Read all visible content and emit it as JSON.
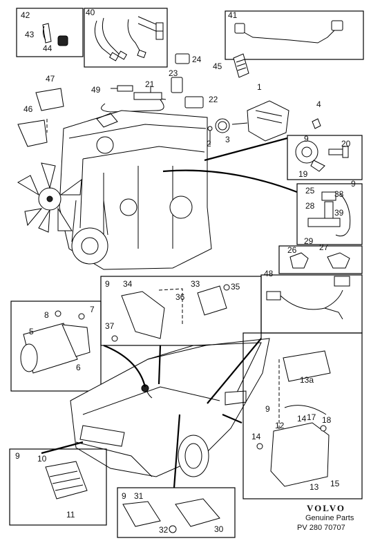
{
  "callouts": [
    {
      "id": "1",
      "text": "1"
    },
    {
      "id": "2",
      "text": "2"
    },
    {
      "id": "3",
      "text": "3"
    },
    {
      "id": "4",
      "text": "4"
    },
    {
      "id": "5",
      "text": "5"
    },
    {
      "id": "6",
      "text": "6"
    },
    {
      "id": "7",
      "text": "7"
    },
    {
      "id": "8",
      "text": "8"
    },
    {
      "id": "9a",
      "text": "9"
    },
    {
      "id": "9b",
      "text": "9"
    },
    {
      "id": "9c",
      "text": "9"
    },
    {
      "id": "9d",
      "text": "9"
    },
    {
      "id": "9e",
      "text": "9"
    },
    {
      "id": "9f",
      "text": "9"
    },
    {
      "id": "10",
      "text": "10"
    },
    {
      "id": "11",
      "text": "11"
    },
    {
      "id": "12",
      "text": "12"
    },
    {
      "id": "13",
      "text": "13"
    },
    {
      "id": "13a",
      "text": "13a"
    },
    {
      "id": "14a",
      "text": "14"
    },
    {
      "id": "14b",
      "text": "14"
    },
    {
      "id": "15",
      "text": "15"
    },
    {
      "id": "17",
      "text": "17"
    },
    {
      "id": "18",
      "text": "18"
    },
    {
      "id": "19",
      "text": "19"
    },
    {
      "id": "20",
      "text": "20"
    },
    {
      "id": "21",
      "text": "21"
    },
    {
      "id": "22",
      "text": "22"
    },
    {
      "id": "23",
      "text": "23"
    },
    {
      "id": "24",
      "text": "24"
    },
    {
      "id": "25",
      "text": "25"
    },
    {
      "id": "26",
      "text": "26"
    },
    {
      "id": "27",
      "text": "27"
    },
    {
      "id": "28",
      "text": "28"
    },
    {
      "id": "29",
      "text": "29"
    },
    {
      "id": "30",
      "text": "30"
    },
    {
      "id": "31",
      "text": "31"
    },
    {
      "id": "32",
      "text": "32"
    },
    {
      "id": "33",
      "text": "33"
    },
    {
      "id": "34",
      "text": "34"
    },
    {
      "id": "35",
      "text": "35"
    },
    {
      "id": "36",
      "text": "36"
    },
    {
      "id": "37",
      "text": "37"
    },
    {
      "id": "38",
      "text": "38"
    },
    {
      "id": "39",
      "text": "39"
    },
    {
      "id": "40",
      "text": "40"
    },
    {
      "id": "41",
      "text": "41"
    },
    {
      "id": "42",
      "text": "42"
    },
    {
      "id": "43",
      "text": "43"
    },
    {
      "id": "44",
      "text": "44"
    },
    {
      "id": "45",
      "text": "45"
    },
    {
      "id": "46",
      "text": "46"
    },
    {
      "id": "47",
      "text": "47"
    },
    {
      "id": "48",
      "text": "48"
    },
    {
      "id": "49",
      "text": "49"
    }
  ],
  "branding": {
    "logo": "VOLVO",
    "line1": "Genuine Parts",
    "line2": "PV 280 70707"
  }
}
